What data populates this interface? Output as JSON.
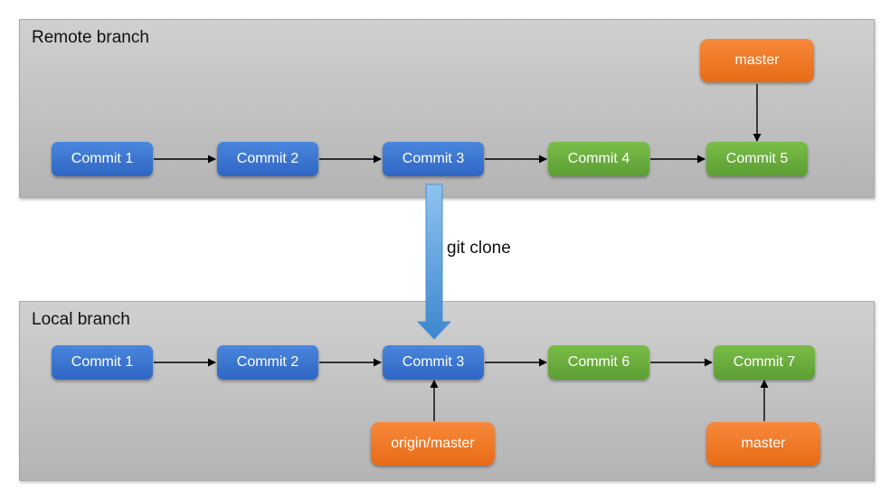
{
  "remote": {
    "title": "Remote branch",
    "commits": [
      "Commit 1",
      "Commit 2",
      "Commit 3",
      "Commit 4",
      "Commit 5"
    ],
    "ref": "master"
  },
  "clone": {
    "label": "git clone"
  },
  "local": {
    "title": "Local branch",
    "commits": [
      "Commit 1",
      "Commit 2",
      "Commit 3",
      "Commit 6",
      "Commit 7"
    ],
    "refs": [
      "origin/master",
      "master"
    ]
  },
  "colors": {
    "shared_commit": "#3a75d2",
    "new_commit": "#6aae3e",
    "ref": "#f07a27",
    "panel": "#c2c2c2",
    "clone_arrow": "#5aa0dc"
  }
}
